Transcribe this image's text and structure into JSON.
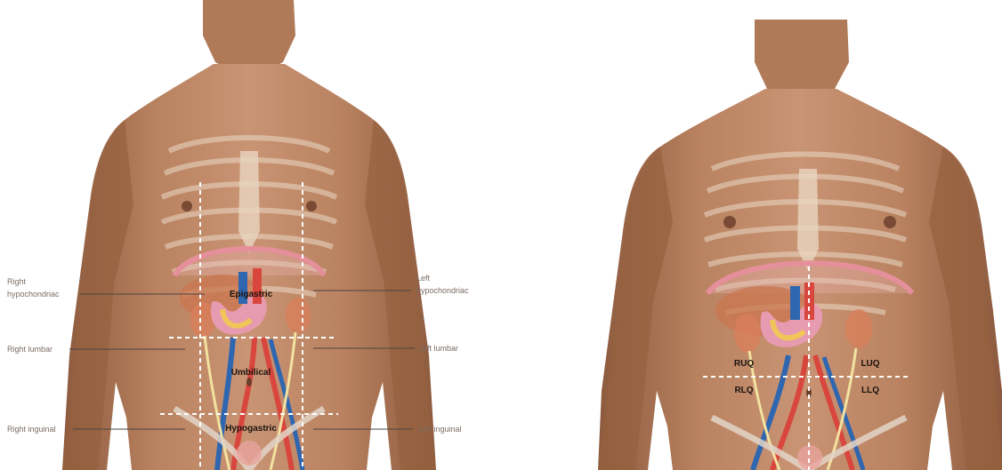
{
  "left_panel": {
    "side_labels": {
      "right_hypochondriac": [
        "Right",
        "hypochondriac"
      ],
      "left_hypochondriac": [
        "Left",
        "hypochondriac"
      ],
      "right_lumbar": "Right lumbar",
      "left_lumbar": "Left lumbar",
      "right_inguinal": "Right inguinal",
      "left_inguinal": "Left inguinal"
    },
    "center_labels": {
      "epigastric": "Epigastric",
      "umbilical": "Umbilical",
      "hypogastric": "Hypogastric"
    }
  },
  "right_panel": {
    "quadrants": {
      "ruq": "RUQ",
      "luq": "LUQ",
      "rlq": "RLQ",
      "llq": "LLQ"
    }
  },
  "colors": {
    "skin": "#c08a66",
    "skin_shadow": "#9c6a4c",
    "rib_overlay": "#e6d3c0",
    "diaphragm": "#e58f9a",
    "liver": "#c9764f",
    "stomach": "#e79bb0",
    "duodenum": "#f0c55a",
    "artery": "#d8463e",
    "vein": "#2f66b0",
    "ureter": "#f2e2a0",
    "dashed_line": "#ffffff",
    "label_text": "#7a6c64",
    "leader_line": "#4a4440"
  }
}
